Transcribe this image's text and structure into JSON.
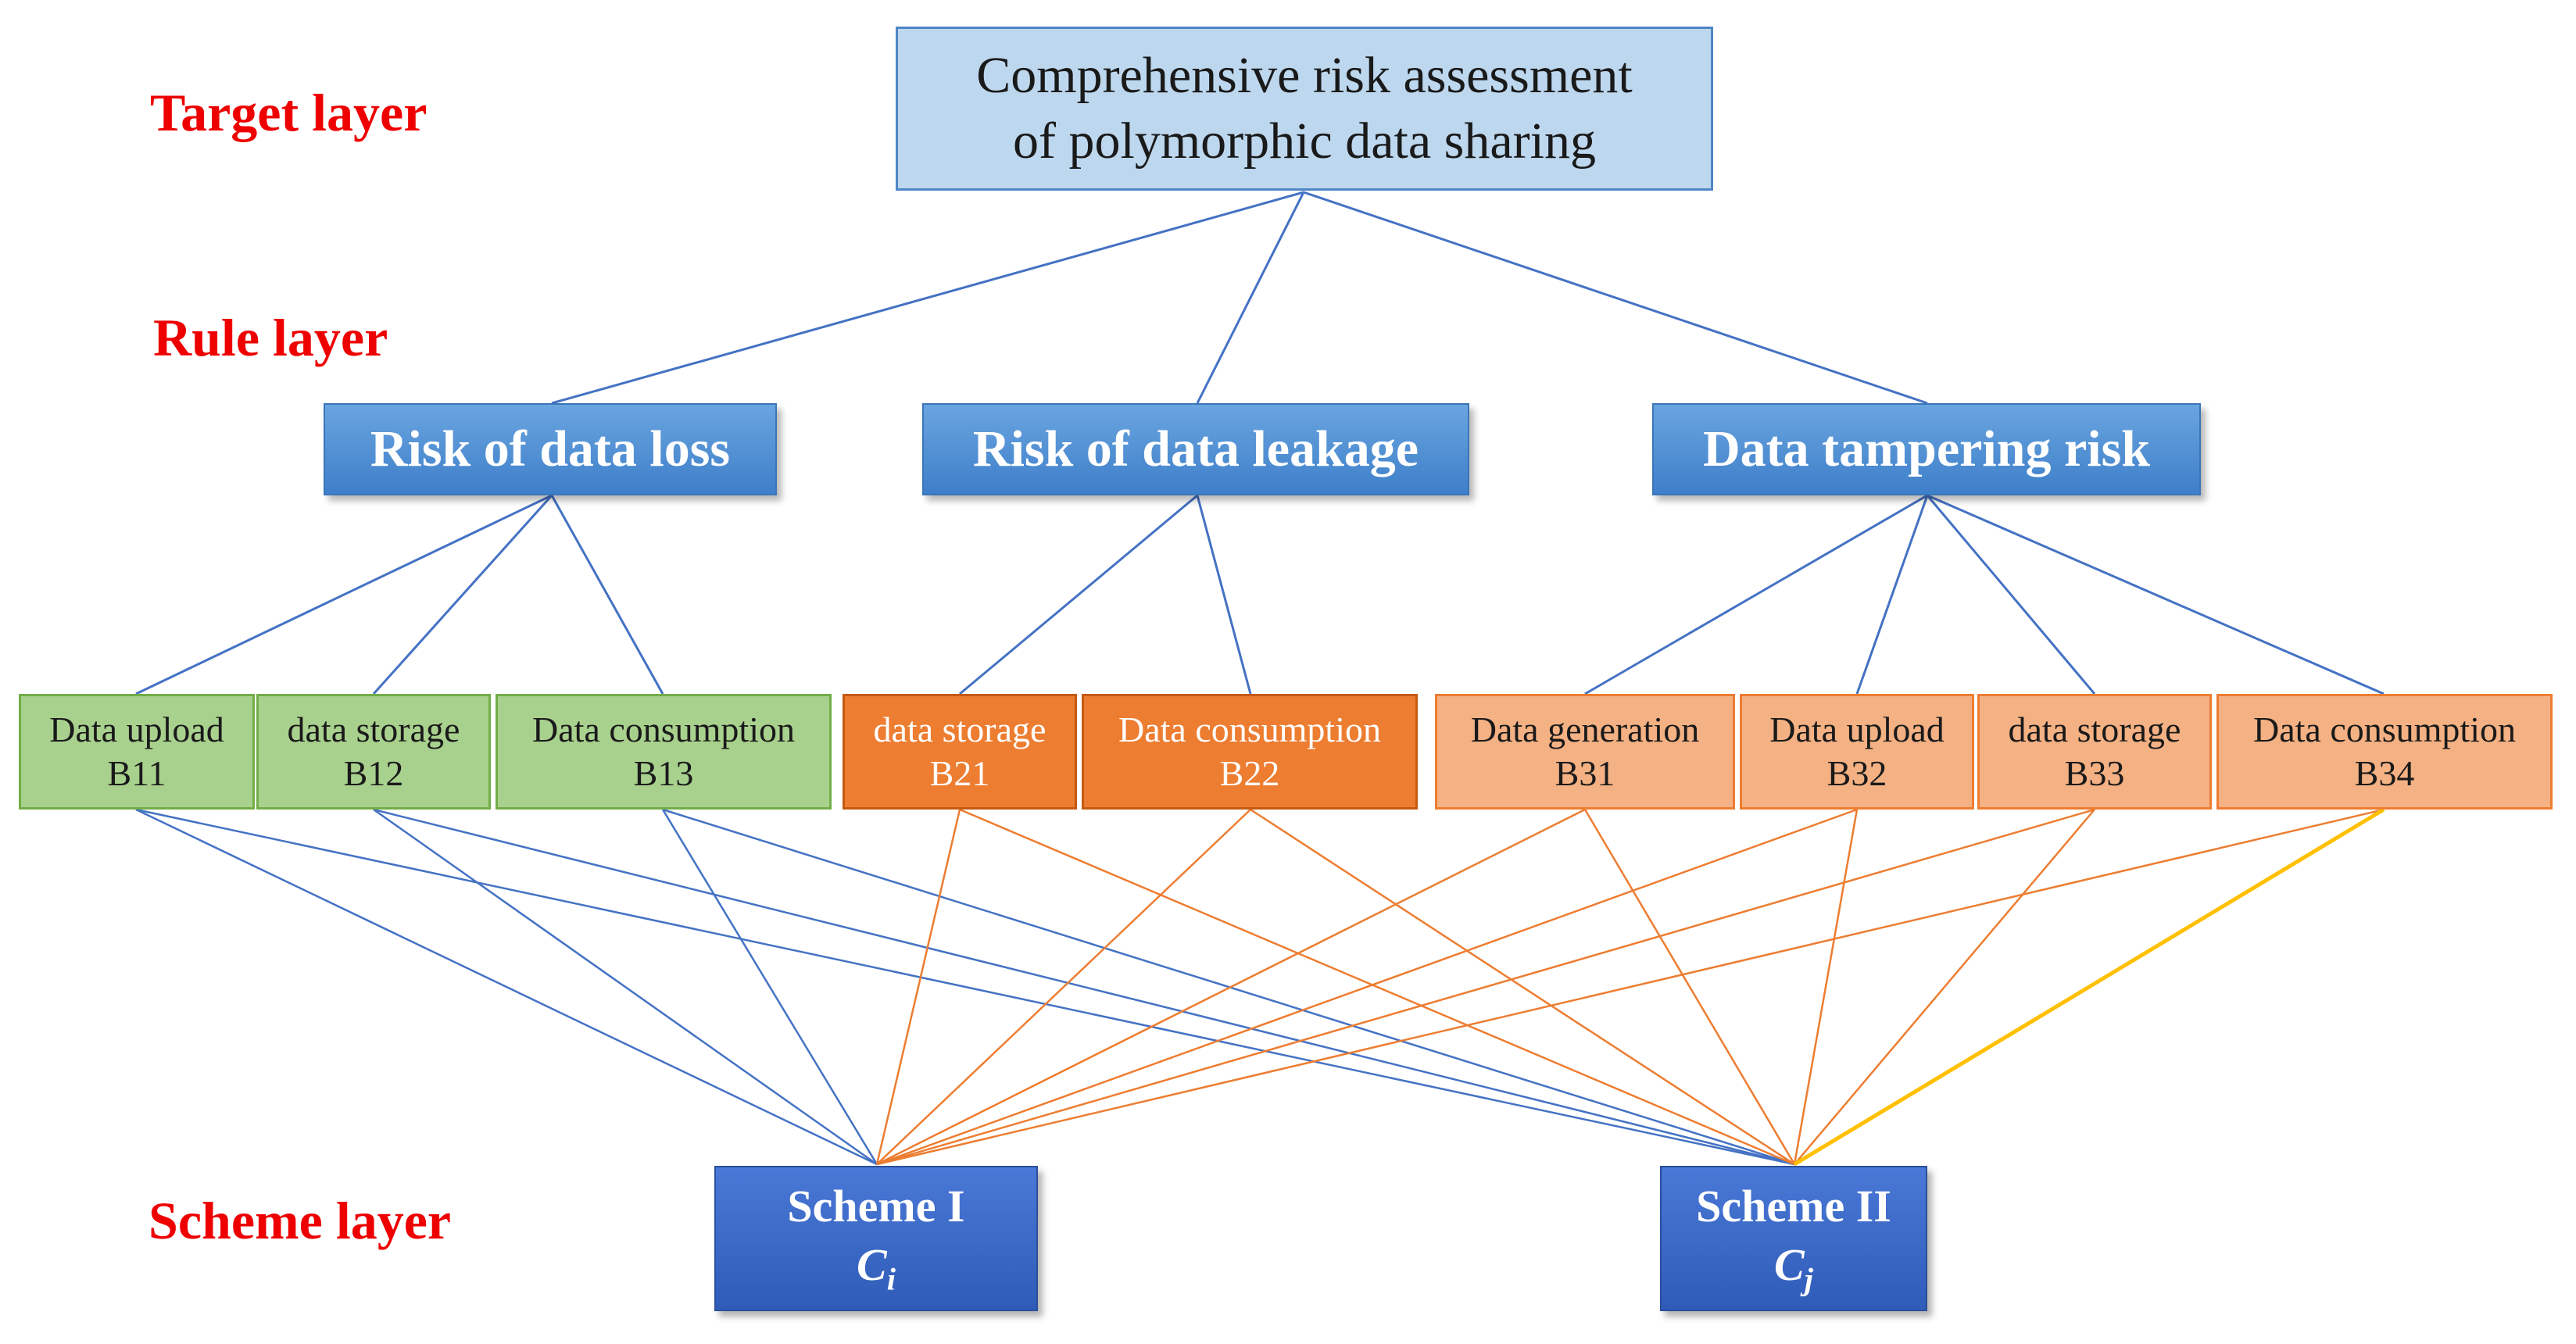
{
  "layers": {
    "target": "Target layer",
    "rule": "Rule layer",
    "scheme": "Scheme layer"
  },
  "target": {
    "line1": "Comprehensive risk assessment",
    "line2": "of polymorphic data sharing"
  },
  "rules": [
    {
      "label": "Risk of data loss"
    },
    {
      "label": "Risk of data leakage"
    },
    {
      "label": "Data tampering risk"
    }
  ],
  "indicators": [
    {
      "name": "Data upload",
      "code": "B11",
      "group": 1
    },
    {
      "name": "data storage",
      "code": "B12",
      "group": 1
    },
    {
      "name": "Data consumption",
      "code": "B13",
      "group": 1
    },
    {
      "name": "data storage",
      "code": "B21",
      "group": 2
    },
    {
      "name": "Data consumption",
      "code": "B22",
      "group": 2
    },
    {
      "name": "Data generation",
      "code": "B31",
      "group": 3
    },
    {
      "name": "Data upload",
      "code": "B32",
      "group": 3
    },
    {
      "name": "data storage",
      "code": "B33",
      "group": 3
    },
    {
      "name": "Data consumption",
      "code": "B34",
      "group": 3
    }
  ],
  "schemes": [
    {
      "title": "Scheme I",
      "symbol": "C",
      "subscript": "i"
    },
    {
      "title": "Scheme II",
      "symbol": "C",
      "subscript": "j"
    }
  ],
  "colors": {
    "label_red": "#ee0000",
    "link_blue": "#4472c4",
    "link_orange": "#ed7d31",
    "link_highlight": "#ffc000",
    "group1_fill": "#a9d18e",
    "group2_fill": "#ed7d31",
    "group3_fill": "#f4b183"
  }
}
